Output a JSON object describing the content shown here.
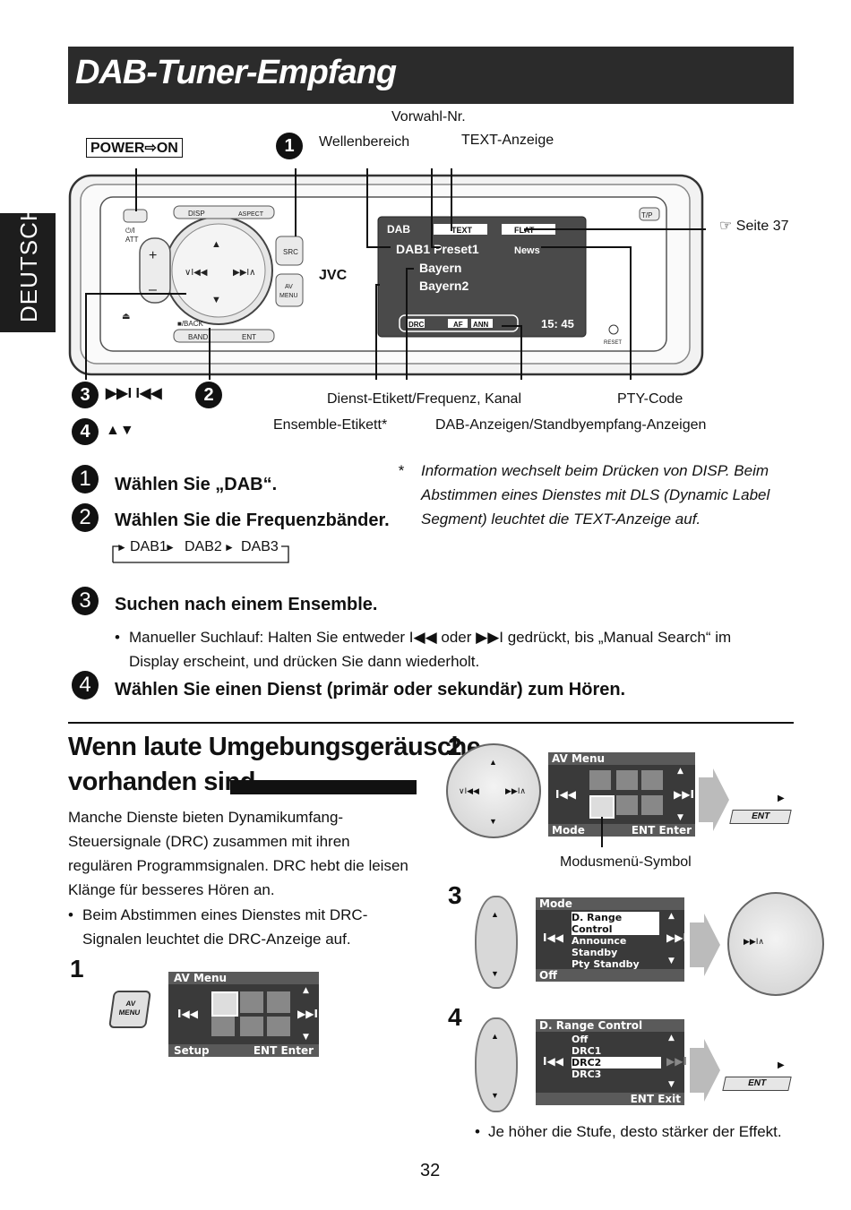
{
  "header": {
    "title": "DAB-Tuner-Empfang",
    "side_tab": "DEUTSCH"
  },
  "diagram": {
    "power_label": "POWER⇨ON",
    "callouts": {
      "vorwahl": "Vorwahl-Nr.",
      "wellenbereich": "Wellenbereich",
      "text_anzeige": "TEXT-Anzeige",
      "seite": "☞ Seite 37",
      "dienst": "Dienst-Etikett/Frequenz, Kanal",
      "pty": "PTY-Code",
      "ensemble": "Ensemble-Etikett*",
      "dab_anzeigen": "DAB-Anzeigen/Standbyempfang-Anzeigen"
    },
    "markers": {
      "m1": "1",
      "m2": "2",
      "m3": "3",
      "m4": "4",
      "m3_symbol": "▶▶I I◀◀",
      "m4_symbol": "▲▼"
    },
    "unit": {
      "disp": "DISP",
      "aspect": "ASPECT",
      "att": "⏻/I\nATT",
      "src": "SRC",
      "av_menu": "AV\nMENU",
      "brand": "JVC",
      "back": "■/BACK",
      "band": "BAND",
      "ent": "ENT",
      "tp": "T/P",
      "reset": "RESET",
      "lcd_dab": "DAB",
      "lcd_text": "TEXT",
      "lcd_flat": "FLAT",
      "lcd_line1": "DAB1 Preset1",
      "lcd_news": "News",
      "lcd_line2": "Bayern",
      "lcd_line3": "Bayern2",
      "lcd_drc": "DRC",
      "lcd_af": "AF",
      "lcd_ann": "ANN",
      "lcd_time": "15: 45"
    }
  },
  "steps": {
    "s1_num": "1",
    "s1": "Wählen Sie „DAB“.",
    "s2_num": "2",
    "s2": "Wählen Sie die Frequenzbänder.",
    "bands": [
      "DAB1",
      "DAB2",
      "DAB3"
    ],
    "s3_num": "3",
    "s3": "Suchen nach einem Ensemble.",
    "s3_bullet": "Manueller Suchlauf: Halten Sie entweder I◀◀ oder ▶▶I gedrückt, bis „Manual Search“ im Display erscheint, und drücken Sie dann wiederholt.",
    "s4_num": "4",
    "s4": "Wählen Sie einen Dienst (primär oder sekundär) zum Hören."
  },
  "footnote": {
    "star": "*",
    "text": "Information wechselt beim Drücken von DISP. Beim Abstimmen eines Dienstes mit DLS (Dynamic Label Segment) leuchtet die TEXT-Anzeige auf."
  },
  "section2": {
    "title_line1": "Wenn laute Umgebungsgeräusche",
    "title_line2": "vorhanden sind",
    "para": "Manche Dienste bieten Dynamikumfang-Steuersignale (DRC) zusammen mit ihren regulären Programmsignalen. DRC hebt die leisen Klänge für besseres Hören an.",
    "bullet": "Beim Abstimmen eines Dienstes mit DRC-Signalen leuchtet die DRC-Anzeige auf.",
    "n1": "1",
    "n2": "2",
    "n3": "3",
    "n4": "4",
    "av_menu_btn": "AV\nMENU",
    "screen1": {
      "title": "AV Menu",
      "footer_left": "Setup",
      "footer_right": "ENT Enter"
    },
    "screen2": {
      "title": "AV Menu",
      "footer_left": "Mode",
      "footer_right": "ENT Enter"
    },
    "modus_label": "Modusmenü-Symbol",
    "screen3": {
      "title": "Mode",
      "items": [
        "D. Range Control",
        "Announce Standby",
        "Pty Standby"
      ],
      "footer": "Off"
    },
    "screen4": {
      "title": "D. Range Control",
      "items": [
        "Off",
        "DRC1",
        "DRC2",
        "DRC3"
      ],
      "footer": "ENT Exit"
    },
    "ent_label": "ENT",
    "final_bullet": "Je höher die Stufe, desto stärker der Effekt."
  },
  "page_number": "32"
}
